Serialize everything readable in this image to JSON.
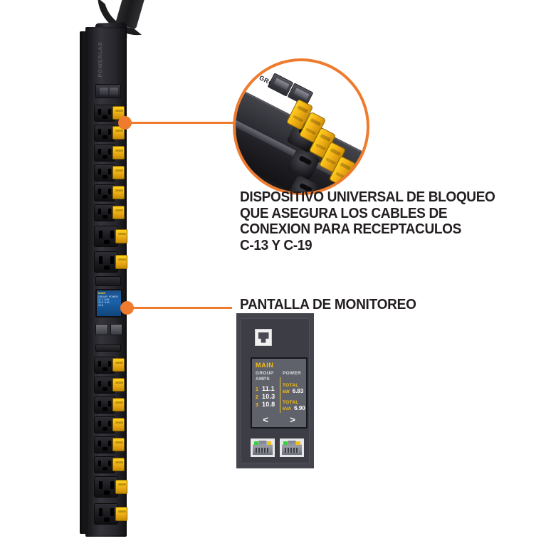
{
  "page": {
    "background": "#ffffff",
    "accent_orange": "#ee7b2e",
    "text_color": "#231f20"
  },
  "callouts": [
    {
      "id": "locking-device",
      "heading_lines": [
        "DISPOSITIVO UNIVERSAL DE BLOQUEO",
        "QUE ASEGURA LOS CABLES DE",
        "CONEXION PARA RECEPTACULOS",
        "C-13 Y C-19"
      ],
      "detail_label": "GROUP"
    },
    {
      "id": "monitoring-display",
      "heading": "PANTALLA DE MONITOREO"
    }
  ],
  "pdu": {
    "brand_text": "POWERLAB",
    "outlet_lock_color": "#ffd21e",
    "body_color": "#26262b"
  },
  "monitor_panel": {
    "rj45_icon": "rj45-jack-icon",
    "lcd": {
      "title": "MAIN",
      "column_headers": {
        "left_line1": "GROUP",
        "left_line2": "AMPS",
        "right": "POWER"
      },
      "groups": [
        {
          "index": "1",
          "amps": "11.1"
        },
        {
          "index": "2",
          "amps": "10.3"
        },
        {
          "index": "3",
          "amps": "10.8"
        }
      ],
      "power": [
        {
          "label": "TOTAL",
          "unit": "kW",
          "value": "6.83"
        },
        {
          "label": "TOTAL",
          "unit": "kVA",
          "value": "6.90"
        }
      ],
      "nav_prev": "<",
      "nav_next": ">",
      "title_color": "#f6bf12",
      "value_color": "#ffffff",
      "screen_color": "#60626b"
    },
    "ethernet_ports": [
      {
        "name": "ethernet-port-1",
        "led_link": "#37d13b",
        "led_activity": "#ebc21c"
      },
      {
        "name": "ethernet-port-2",
        "led_link": "#37d13b",
        "led_activity": "#ebc21c"
      }
    ]
  }
}
